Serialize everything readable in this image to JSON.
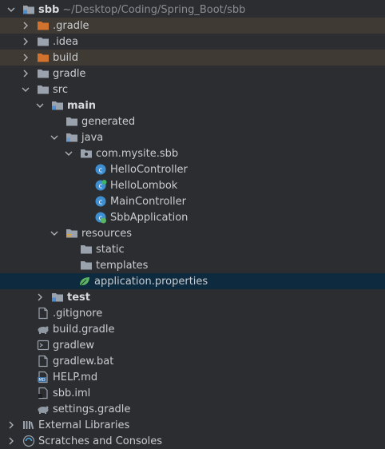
{
  "project": {
    "name": "sbb",
    "path": "~/Desktop/Coding/Spring_Boot/sbb"
  },
  "tree": {
    "gradle_hidden": ".gradle",
    "idea": ".idea",
    "build": "build",
    "gradle": "gradle",
    "src": "src",
    "main": "main",
    "generated": "generated",
    "java": "java",
    "package": "com.mysite.sbb",
    "classes": [
      "HelloController",
      "HelloLombok",
      "MainController",
      "SbbApplication"
    ],
    "resources": "resources",
    "static": "static",
    "templates": "templates",
    "app_properties": "application.properties",
    "test": "test",
    "gitignore": ".gitignore",
    "build_gradle": "build.gradle",
    "gradlew": "gradlew",
    "gradlew_bat": "gradlew.bat",
    "help_md": "HELP.md",
    "sbb_iml": "sbb.iml",
    "settings_gradle": "settings.gradle",
    "external_libraries": "External Libraries",
    "scratches": "Scratches and Consoles"
  },
  "colors": {
    "background": "#2b2d30",
    "selected_row": "#0e2a3f",
    "excluded_row": "#3f3a33",
    "folder_gray": "#9aa2ad",
    "folder_orange": "#d1732f",
    "class_blue": "#3d8fd1"
  }
}
